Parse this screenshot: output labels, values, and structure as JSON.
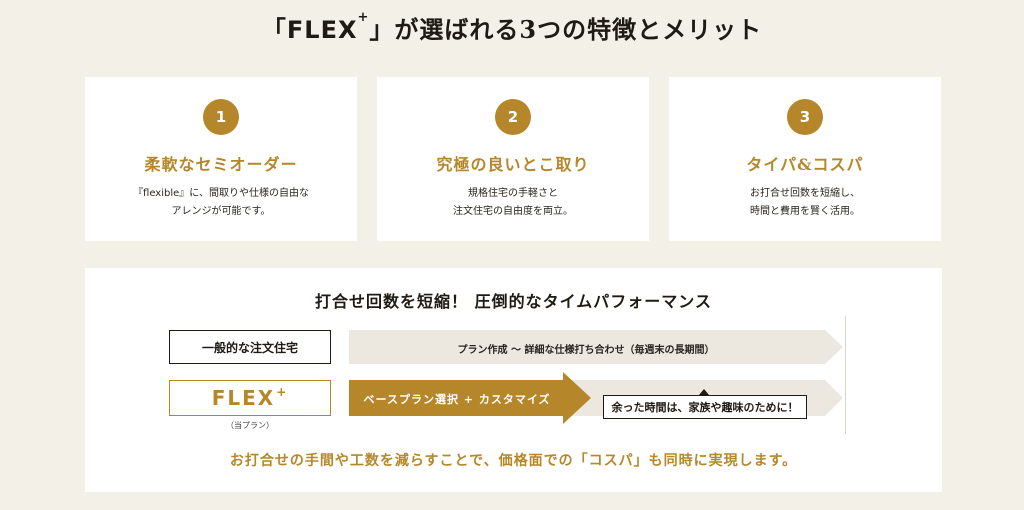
{
  "heading": {
    "prefix": "「",
    "brand": "FLEX",
    "brand_sup": "+",
    "suffix": "」が選ばれる3つの特徴とメリット"
  },
  "features": [
    {
      "num": "1",
      "title": "柔軟なセミオーダー",
      "line1": "『flexible』に、間取りや仕様の自由な",
      "line2": "アレンジが可能です。"
    },
    {
      "num": "2",
      "title": "究極の良いとこ取り",
      "line1": "規格住宅の手軽さと",
      "line2": "注文住宅の自由度を両立。"
    },
    {
      "num": "3",
      "title": "タイパ&コスパ",
      "line1": "お打合せ回数を短縮し、",
      "line2": "時間と費用を賢く活用。"
    }
  ],
  "comparison": {
    "title": "打合せ回数を短縮！ 圧倒的なタイムパフォーマンス",
    "row1_label": "一般的な注文住宅",
    "row1_arrow": "プラン作成 〜 詳細な仕様打ち合わせ（毎週末の長期間）",
    "row2_brand": "FLEX",
    "row2_brand_sup": "+",
    "row2_sub": "（当プラン）",
    "row2_arrow": "ベースプラン選択 + カスタマイズ",
    "callout": "余った時間は、家族や趣味のために！",
    "footer": "お打合せの手間や工数を減らすことで、価格面での「コスパ」も同時に実現します。"
  },
  "colors": {
    "background": "#f3f0e8",
    "gold": "#b5872a",
    "light_arrow": "#ece8df",
    "text": "#1f1a14"
  }
}
